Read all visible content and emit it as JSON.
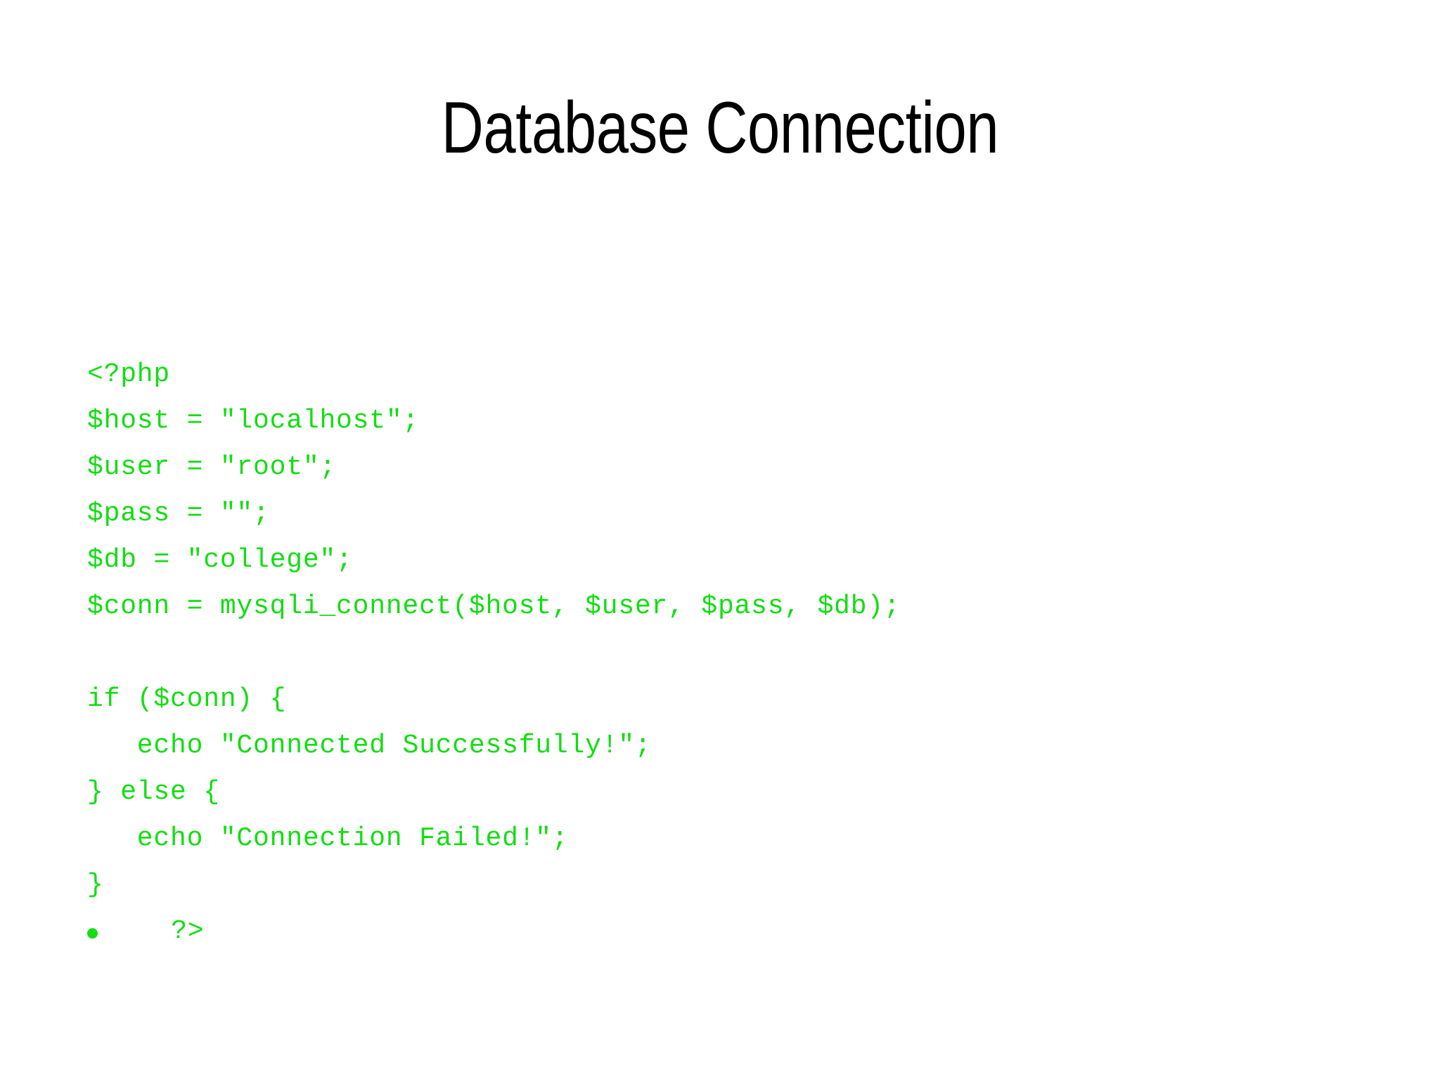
{
  "slide": {
    "background_color": "#ffffff",
    "title": "Database Connection",
    "title_color": "#000000",
    "code_color": "#13dd13",
    "bullet_glyph": "•"
  },
  "code": {
    "language": "php",
    "lines": [
      {
        "text": "<?php",
        "bulleted": false,
        "blank": false
      },
      {
        "text": "$host = \"localhost\";",
        "bulleted": false,
        "blank": false
      },
      {
        "text": "$user = \"root\";",
        "bulleted": false,
        "blank": false
      },
      {
        "text": "$pass = \"\";",
        "bulleted": false,
        "blank": false
      },
      {
        "text": "$db = \"college\";",
        "bulleted": false,
        "blank": false
      },
      {
        "text": "$conn = mysqli_connect($host, $user, $pass, $db);",
        "bulleted": false,
        "blank": false
      },
      {
        "text": " ",
        "bulleted": false,
        "blank": true
      },
      {
        "text": "if ($conn) {",
        "bulleted": false,
        "blank": false
      },
      {
        "text": "   echo \"Connected Successfully!\";",
        "bulleted": false,
        "blank": false
      },
      {
        "text": "} else {",
        "bulleted": false,
        "blank": false
      },
      {
        "text": "   echo \"Connection Failed!\";",
        "bulleted": false,
        "blank": false
      },
      {
        "text": "}",
        "bulleted": false,
        "blank": false
      },
      {
        "text": "  ?>",
        "bulleted": true,
        "blank": false
      }
    ]
  }
}
